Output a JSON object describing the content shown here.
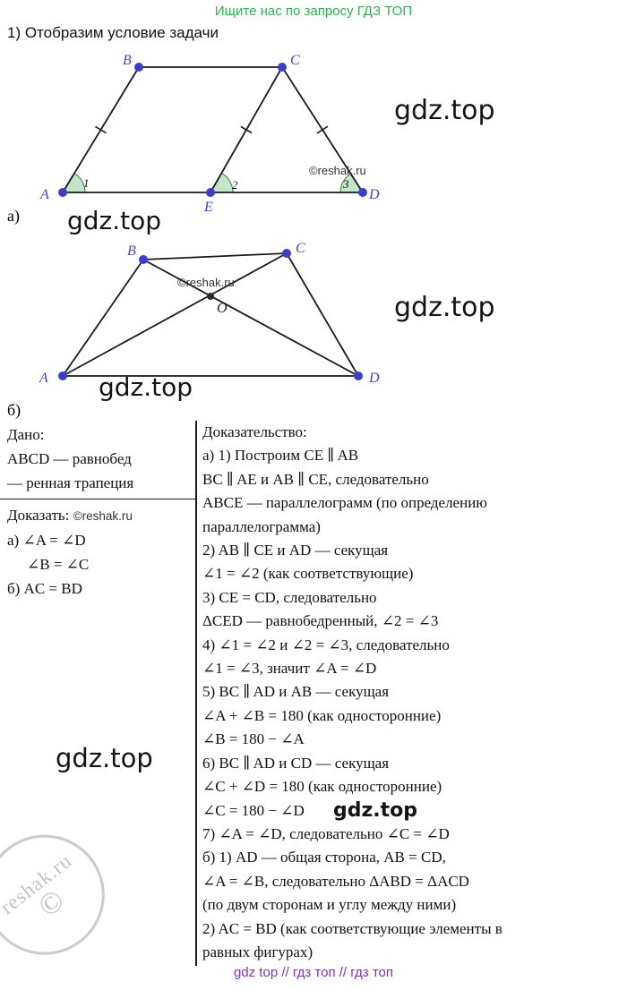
{
  "banner": {
    "text": "Ищите нас по запросу ГДЗ ТОП"
  },
  "heading": {
    "text": "1) Отобразим условие задачи"
  },
  "watermarks": {
    "gdz": "gdz.top",
    "reshak": "©reshak.ru",
    "stamp": "reshak.ru",
    "stamp_copyright": "©"
  },
  "diagram_a": {
    "label": "а)",
    "point_a": "A",
    "point_b": "B",
    "point_c": "C",
    "point_d": "D",
    "point_e": "E",
    "angle_1": "1",
    "angle_2": "2",
    "angle_3": "3"
  },
  "diagram_b": {
    "label": "б)",
    "point_a": "A",
    "point_b": "B",
    "point_c": "C",
    "point_d": "D",
    "point_o": "O"
  },
  "given": {
    "title": "Дано:",
    "line_1": "ABCD — равнобед",
    "line_2": "— ренная трапеция",
    "prove_label": "Доказать:",
    "prove_a1": "а) ∠A = ∠D",
    "prove_a2": "∠B = ∠C",
    "prove_b": "б) AC = BD"
  },
  "proof": {
    "title": "Доказательство:",
    "lines": [
      "а) 1) Построим CE ∥ AB",
      "BC ∥ AE и AB ∥ CE, следовательно",
      "ABCE — параллелограмм (по определению",
      "параллелограмма)",
      "2) AB ∥ CE и AD — секущая",
      "∠1 = ∠2 (как соответствующие)",
      "3) CE = CD, следовательно",
      "ΔCED — равнобедренный, ∠2 = ∠3",
      "4) ∠1 = ∠2 и ∠2 = ∠3, следовательно",
      "∠1 = ∠3, значит ∠A = ∠D",
      "5) BC ∥ AD и AB — секущая",
      "∠A + ∠B = 180 (как односторонние)",
      "∠B = 180 − ∠A",
      "6) BC ∥ AD и CD — секущая",
      "∠C + ∠D = 180 (как односторонние)",
      "∠C = 180 − ∠D",
      "7) ∠A = ∠D, следовательно ∠C = ∠D",
      "б) 1) AD — общая сторона, AB = CD,",
      "∠A = ∠B, следовательно ΔABD = ΔACD",
      "(по двум сторонам и углу между ними)",
      "2) AC = BD (как соответствующие элементы в",
      "равных фигурах)"
    ]
  },
  "footer": {
    "text": "gdz top  //  гдз топ  //  гдз топ"
  }
}
